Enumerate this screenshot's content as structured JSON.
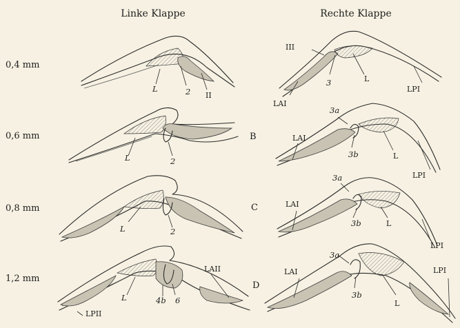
{
  "headers": {
    "left": "Linke Klappe",
    "right": "Rechte Klappe"
  },
  "rows": [
    {
      "thickness": "0,4 mm",
      "letter": "",
      "left_labels": [
        "L",
        "2",
        "II"
      ],
      "right_labels": [
        "III",
        "3",
        "L",
        "LAI",
        "LPI"
      ]
    },
    {
      "thickness": "0,6 mm",
      "letter": "B",
      "left_labels": [
        "L",
        "2"
      ],
      "right_labels": [
        "3a",
        "LAI",
        "3b",
        "L",
        "LPI"
      ]
    },
    {
      "thickness": "0,8 mm",
      "letter": "C",
      "left_labels": [
        "L",
        "2"
      ],
      "right_labels": [
        "3a",
        "LAI",
        "3b",
        "L",
        "LPI"
      ]
    },
    {
      "thickness": "1,2 mm",
      "letter": "D",
      "left_labels": [
        "L",
        "4b",
        "6",
        "LAII",
        "LPII"
      ],
      "right_labels": [
        "3a",
        "LAI",
        "3b",
        "L",
        "LPI"
      ]
    }
  ]
}
